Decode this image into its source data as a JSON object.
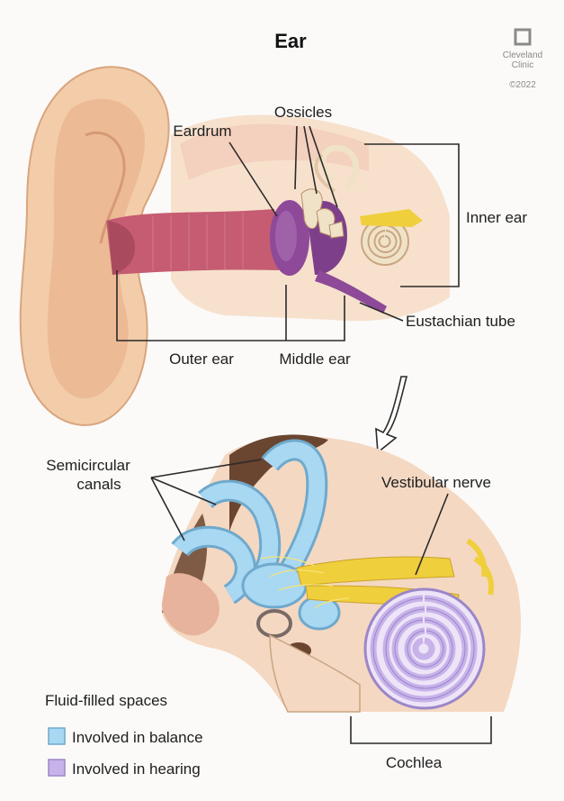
{
  "title": "Ear",
  "brand": {
    "name_line1": "Cleveland",
    "name_line2": "Clinic",
    "copyright": "©2022",
    "logo_icon": "cleveland-clinic-logo-icon"
  },
  "labels": {
    "ossicles": "Ossicles",
    "eardrum": "Eardrum",
    "inner_ear": "Inner ear",
    "eustachian_tube": "Eustachian tube",
    "outer_ear": "Outer ear",
    "middle_ear": "Middle ear",
    "semicircular_line1": "Semicircular",
    "semicircular_line2": "canals",
    "vestibular_nerve": "Vestibular nerve",
    "cochlea": "Cochlea"
  },
  "legend": {
    "title": "Fluid-filled spaces",
    "items": [
      {
        "label": "Involved in balance",
        "color": "#a8d8f2"
      },
      {
        "label": "Involved in hearing",
        "color": "#c7b2ea"
      }
    ]
  },
  "colors": {
    "skin": "#f3cda9",
    "canal": "#c55c72",
    "eardrum": "#8e4a98",
    "balance": "#a8d8f2",
    "hearing": "#c7b2ea",
    "nerve": "#f0cf3c",
    "bone": "#e8b39c"
  }
}
